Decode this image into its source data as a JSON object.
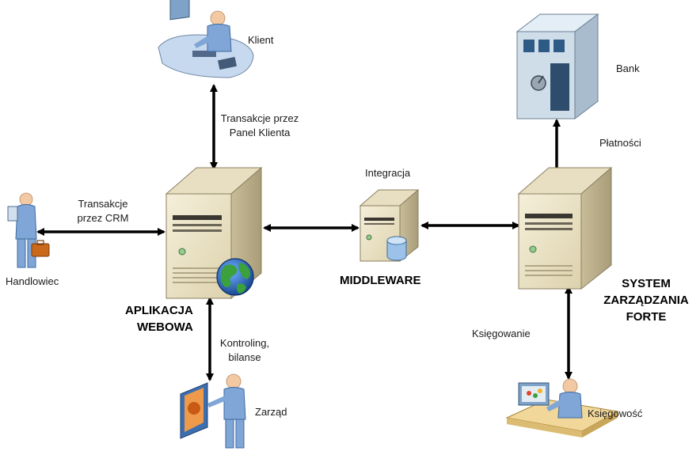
{
  "nodes": {
    "klient": "Klient",
    "bank": "Bank",
    "handlowiec": "Handlowiec",
    "zarzad": "Zarząd",
    "ksiegowosc": "Księgowość"
  },
  "servers": {
    "web_line1": "APLIKACJA",
    "web_line2": "WEBOWA",
    "middleware": "MIDDLEWARE",
    "integration": "Integracja",
    "forte_line1": "SYSTEM",
    "forte_line2": "ZARZĄDZANIA",
    "forte_line3": "FORTE"
  },
  "edges": {
    "panel_line1": "Transakcje przez",
    "panel_line2": "Panel Klienta",
    "crm_line1": "Transakcje",
    "crm_line2": "przez CRM",
    "kontroling_line1": "Kontroling,",
    "kontroling_line2": "bilanse",
    "platnosci": "Płatności",
    "ksiegowanie": "Księgowanie"
  },
  "colors": {
    "server_body": "#d9cfb0",
    "server_front": "#eee6cc",
    "person_body": "#7fa6d6",
    "person_skin": "#f2c9a3",
    "globe": "#2c6fc2",
    "arrow": "#000000"
  }
}
